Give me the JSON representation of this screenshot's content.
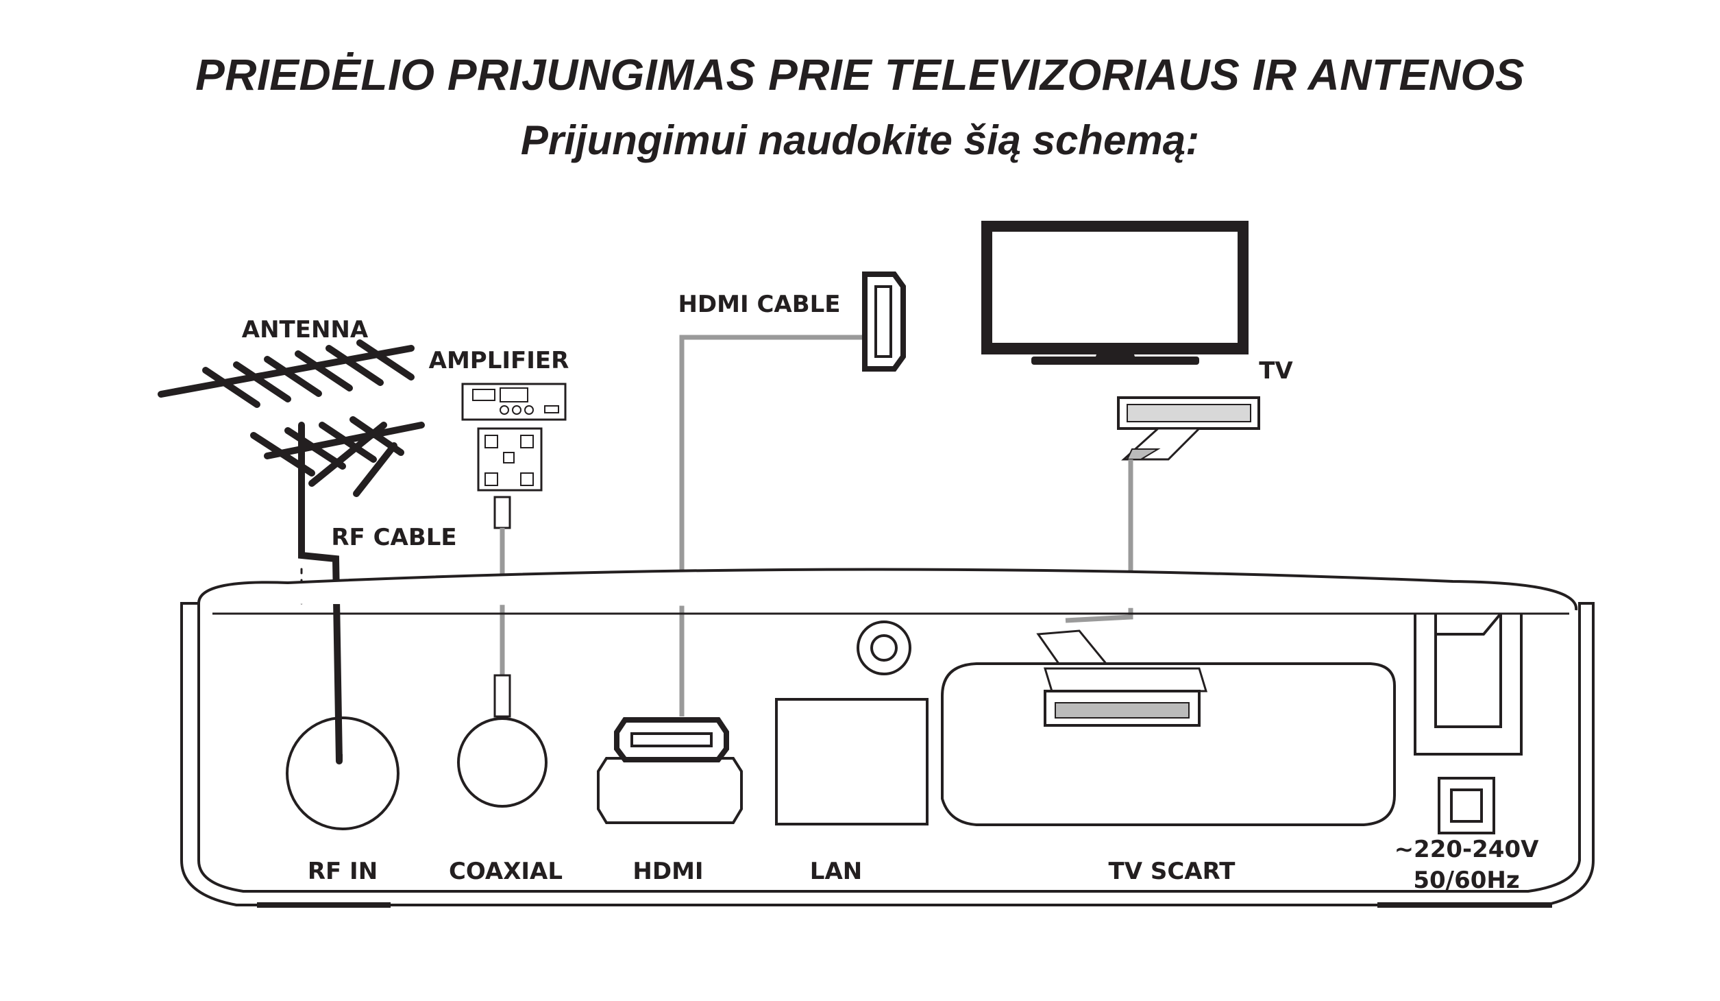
{
  "title": "PRIEDĖLIO PRIJUNGIMAS PRIE TELEVIZORIAUS IR ANTENOS",
  "subtitle": "Prijungimui naudokite šią schemą:",
  "devices": {
    "antenna": "ANTENNA",
    "amplifier": "AMPLIFIER",
    "tv": "TV"
  },
  "cables": {
    "rf": "RF CABLE",
    "hdmi": "HDMI CABLE"
  },
  "ports": {
    "rf_in": "RF IN",
    "coaxial": "COAXIAL",
    "hdmi": "HDMI",
    "lan": "LAN",
    "tv_scart": "TV SCART",
    "power_voltage": "~220-240V",
    "power_freq": "50/60Hz"
  }
}
